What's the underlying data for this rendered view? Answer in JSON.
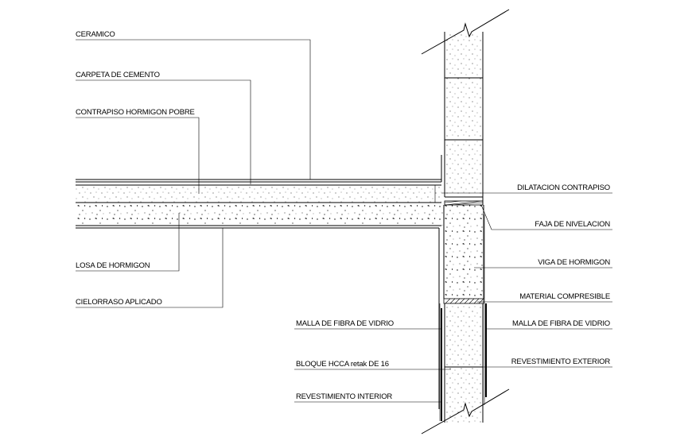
{
  "labels": {
    "ceramico": "CERAMICO",
    "carpeta": "CARPETA DE CEMENTO",
    "contrapiso": "CONTRAPISO HORMIGON POBRE",
    "losa": "LOSA DE HORMIGON",
    "cielorraso": "CIELORRASO APLICADO",
    "malla_int": "MALLA DE FIBRA DE VIDRIO",
    "bloque": "BLOQUE HCCA retak DE 16",
    "revest_int": "REVESTIMIENTO INTERIOR",
    "dilatacion": "DILATACION CONTRAPISO",
    "faja": "FAJA DE NIVELACION",
    "viga": "VIGA DE HORMIGON",
    "material": "MATERIAL COMPRESIBLE",
    "malla_ext": "MALLA DE FIBRA DE VIDRIO",
    "revest_ext": "REVESTIMIENTO EXTERIOR"
  },
  "colors": {
    "line": "#000000",
    "background": "#ffffff"
  }
}
